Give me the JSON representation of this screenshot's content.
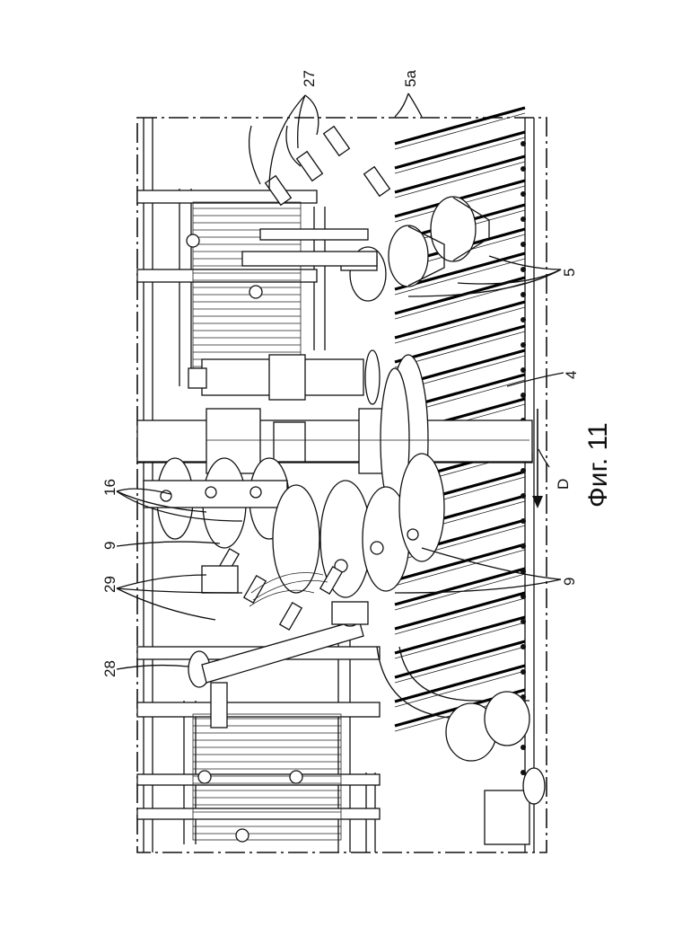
{
  "figure_label": "Фиг. 11",
  "reference_numerals": {
    "r27": "27",
    "r5a": "5a",
    "r5": "5",
    "r4": "4",
    "rD": "D",
    "r16": "16",
    "r9_left": "9",
    "r9_right": "9",
    "r29": "29",
    "r28": "28"
  }
}
